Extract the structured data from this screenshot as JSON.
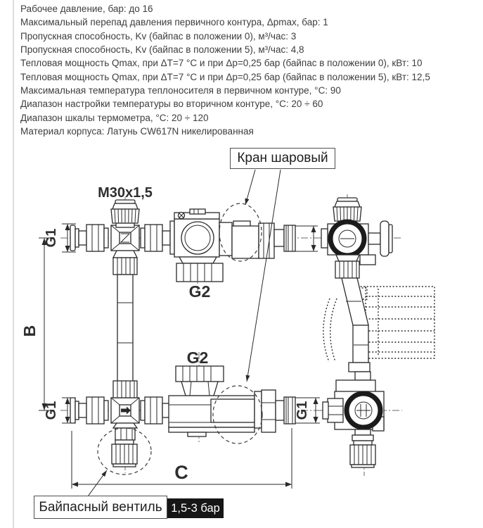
{
  "specs": {
    "lines": [
      "Рабочее давление, бар: до 16",
      "Максимальный перепад давления первичного контура, Δpmax, бар: 1",
      "Пропускная способность, Kv (байпас в положении 0), м³/час: 3",
      "Пропускная способность, Kv (байпас в положении 5), м³/час: 4,8",
      "Тепловая мощность Qmax, при ΔT=7 °C и при Δp=0,25 бар (байпас в положении 0), кВт: 10",
      "Тепловая мощность Qmax, при ΔT=7 °C и при Δp=0,25 бар (байпас в положении 5), кВт: 12,5",
      "Максимальная температура теплоносителя в первичном контуре, °C: 90",
      "Диапазон настройки температуры во вторичном контуре, °C: 20 ÷ 60",
      "Диапазон шкалы термометра, °C: 20 ÷ 120",
      "Материал корпуса: Латунь CW617N никелированная"
    ]
  },
  "diagram": {
    "callout_ball_valve": "Кран шаровый",
    "callout_bypass": "Байпасный вентиль",
    "bypass_range": "1,5-3 бар",
    "labels": {
      "thread_size": "M30x1,5",
      "g1": "G1",
      "g2": "G2",
      "dim_b": "B",
      "dim_c": "C"
    },
    "colors": {
      "line": "#2a2a2a",
      "badge_bg": "#161616",
      "badge_text": "#ffffff",
      "divider": "#dcdcdc"
    }
  }
}
